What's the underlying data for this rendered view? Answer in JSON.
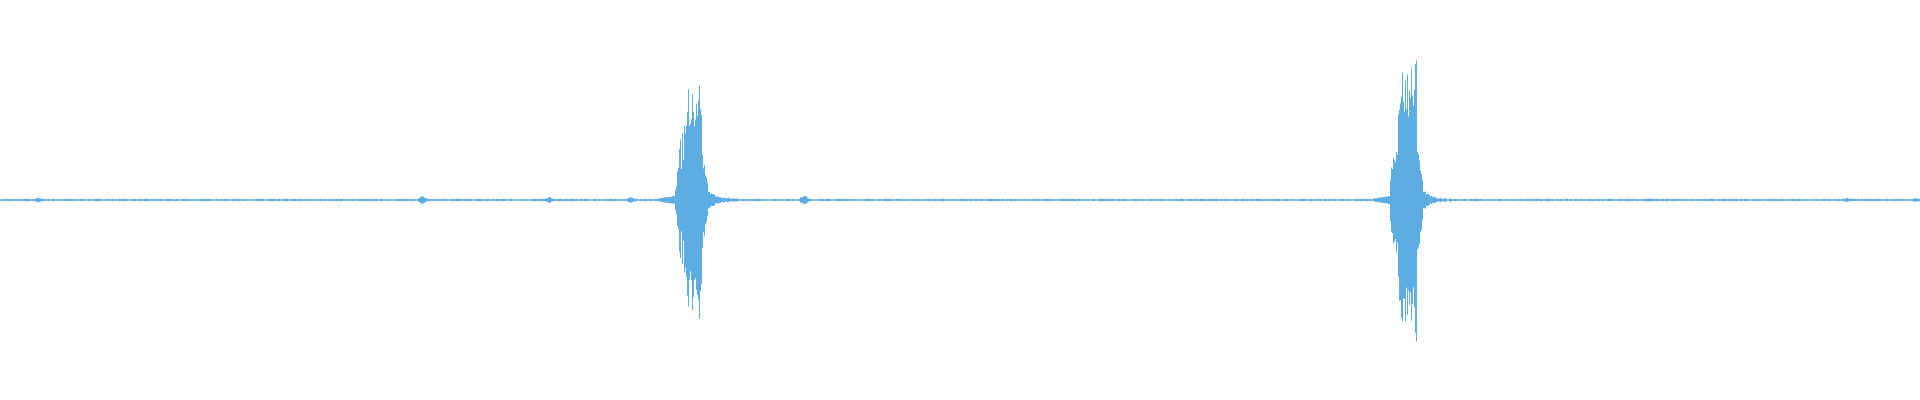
{
  "waveform": {
    "color": "#5dade2",
    "background": "#ffffff",
    "bursts": [
      {
        "center_time_fraction": 0.359,
        "amplitude": 0.78
      },
      {
        "center_time_fraction": 0.731,
        "amplitude": 0.9
      }
    ],
    "minor_blips": [
      {
        "time_fraction": 0.02,
        "amplitude": 0.02
      },
      {
        "time_fraction": 0.22,
        "amplitude": 0.03
      },
      {
        "time_fraction": 0.286,
        "amplitude": 0.02
      },
      {
        "time_fraction": 0.328,
        "amplitude": 0.02
      },
      {
        "time_fraction": 0.419,
        "amplitude": 0.04
      },
      {
        "time_fraction": 0.859,
        "amplitude": 0.015
      },
      {
        "time_fraction": 0.962,
        "amplitude": 0.015
      },
      {
        "time_fraction": 0.998,
        "amplitude": 0.015
      }
    ]
  }
}
